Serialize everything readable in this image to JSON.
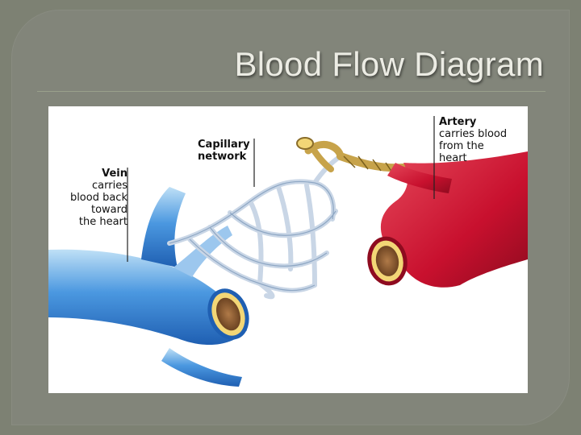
{
  "slide": {
    "title": "Blood Flow Diagram"
  },
  "diagram": {
    "vein": {
      "name": "Vein",
      "lines": [
        "carries",
        "blood back",
        "toward",
        "the heart"
      ]
    },
    "capillary": {
      "lines": [
        "Capillary",
        "network"
      ]
    },
    "artery": {
      "name": "Artery",
      "lines": [
        "carries blood",
        "from the",
        "heart"
      ]
    },
    "colors": {
      "vein": "#3f86d6",
      "artery": "#c8102e",
      "capillary": "#c9d6e6",
      "arteriole": "#c7a34a"
    }
  }
}
